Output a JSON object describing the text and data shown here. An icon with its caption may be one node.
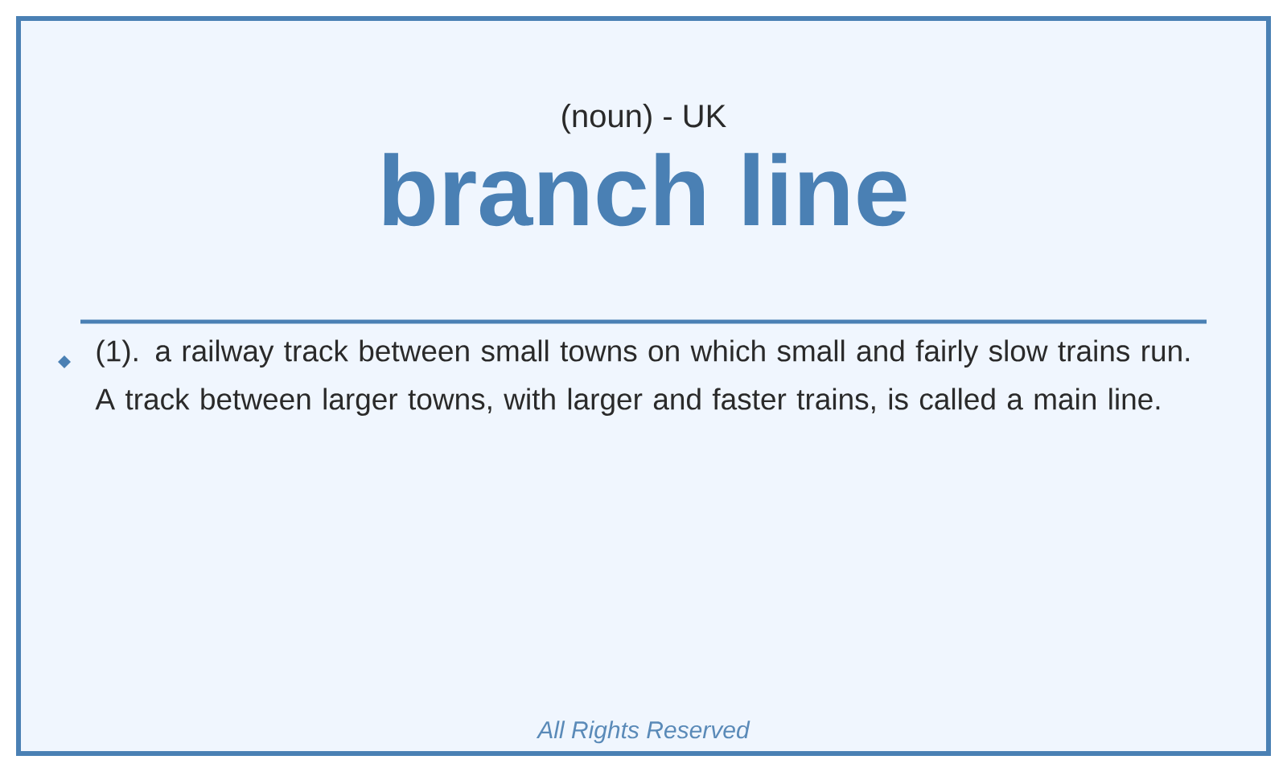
{
  "diagram": {
    "title": "branch line",
    "labels": [
      "(noun) - UK",
      "(1). a railway track between small towns on which small and fairly slow trains run. A track between larger towns, with larger and faster trains, is called a main line.",
      "All Rights Reserved"
    ]
  }
}
